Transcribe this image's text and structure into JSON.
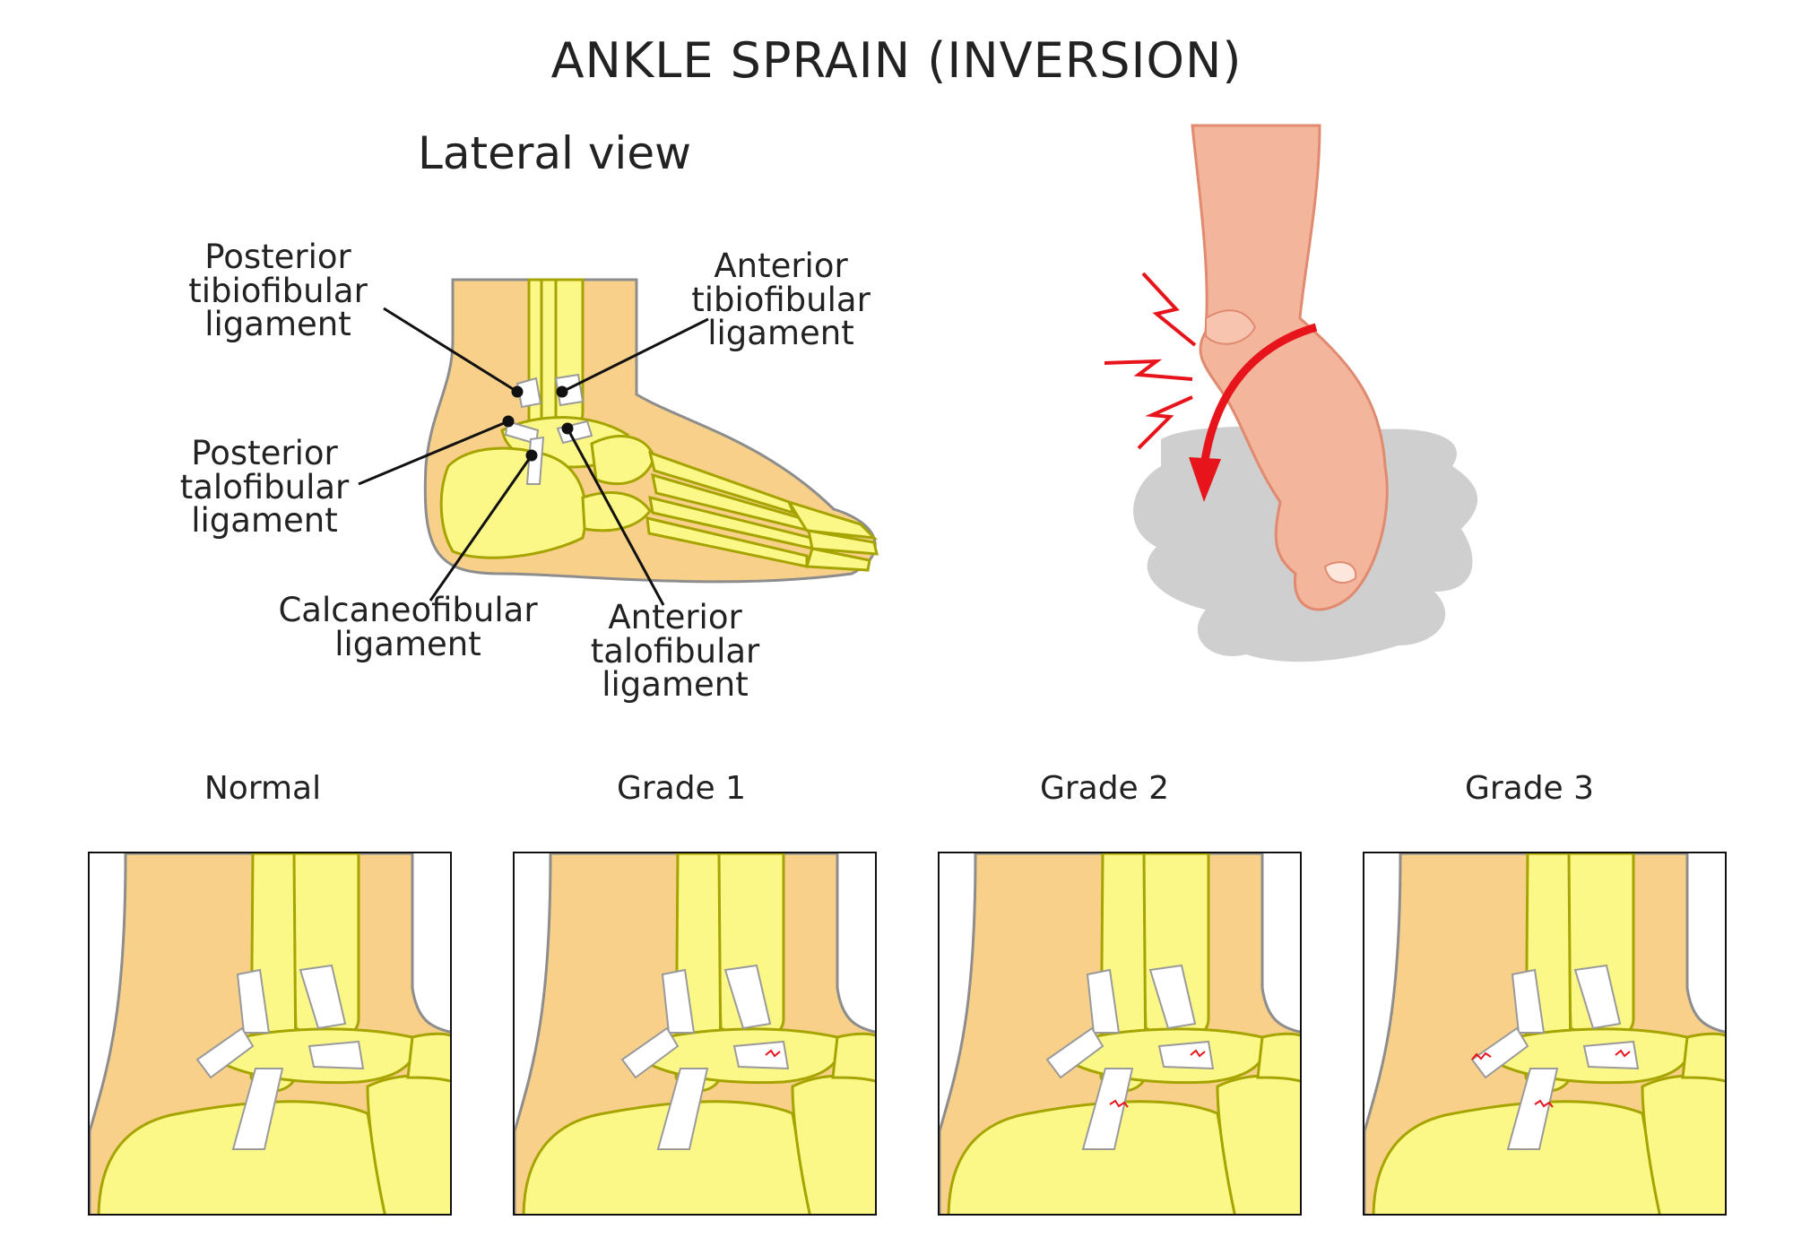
{
  "title": "ANKLE SPRAIN (INVERSION)",
  "subtitle": "Lateral view",
  "labels": {
    "posterior_tibiofibular": "Posterior\ntibiofibular\nligament",
    "anterior_tibiofibular": "Anterior\ntibiofibular\nligament",
    "posterior_talofibular": "Posterior\ntalofibular\nligament",
    "calcaneofibular": "Calcaneofibular\nligament",
    "anterior_talofibular": "Anterior\ntalofibular\nligament"
  },
  "panels": [
    {
      "title": "Normal",
      "tears": 0
    },
    {
      "title": "Grade 1",
      "tears": 1
    },
    {
      "title": "Grade 2",
      "tears": 2
    },
    {
      "title": "Grade 3",
      "tears": 3
    }
  ],
  "colors": {
    "skin_tan": "#f8d08a",
    "bone": "#fbf887",
    "bone_outline": "#a6a400",
    "ligament": "#ffffff",
    "foot_skin": "#f4b59d",
    "shadow": "#cfcfcf",
    "pain_red": "#e8141c"
  }
}
